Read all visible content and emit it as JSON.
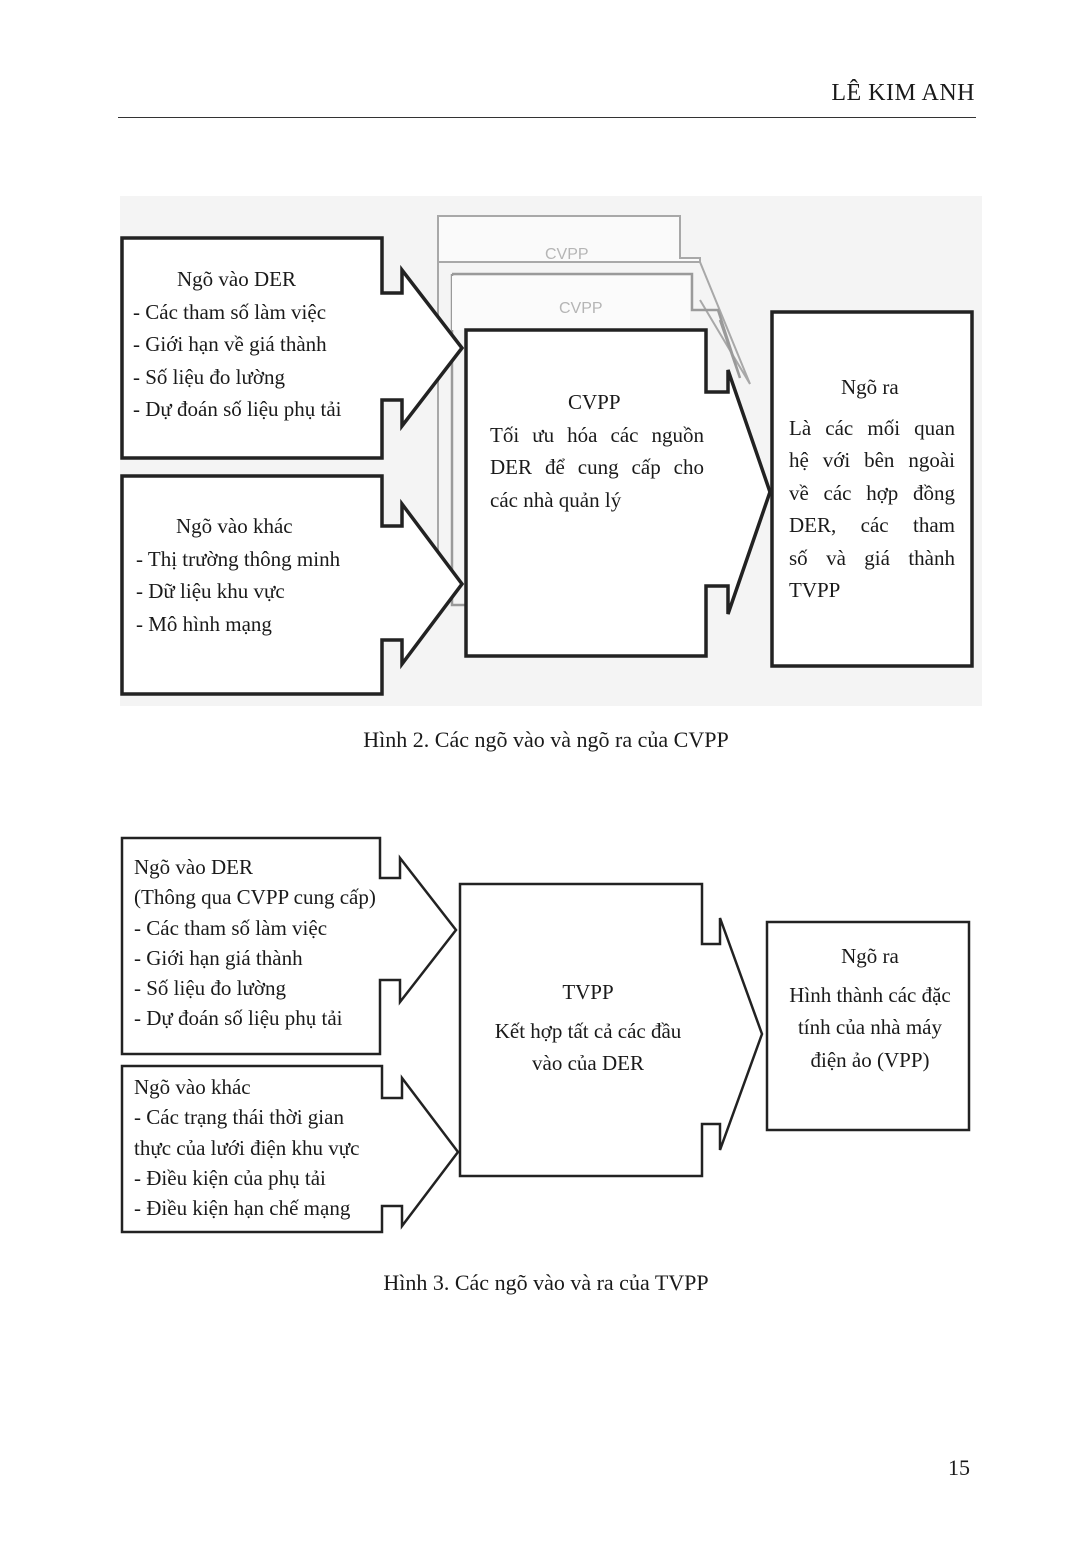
{
  "header": {
    "author": "LÊ KIM ANH"
  },
  "figure2": {
    "caption": "Hình 2. Các ngõ vào và ngõ ra của CVPP",
    "ghost_labels": [
      "CVPP",
      "CVPP"
    ],
    "input_der": {
      "title": "Ngõ vào DER",
      "lines": [
        "- Các tham số làm việc",
        "- Giới hạn về giá thành",
        "- Số liệu đo lường",
        "- Dự đoán số liệu phụ tải"
      ]
    },
    "input_other": {
      "title": "Ngõ vào khác",
      "lines": [
        "- Thị trường thông minh",
        "- Dữ liệu khu vực",
        "- Mô hình mạng"
      ]
    },
    "center": {
      "title": "CVPP",
      "lines": [
        "Tối ưu hóa các nguồn",
        "DER để cung cấp cho",
        "các nhà quản lý"
      ]
    },
    "output": {
      "title": "Ngõ ra",
      "lines": [
        "Là các mối quan",
        "hệ với bên ngoài",
        "về các hợp đồng",
        "DER, các tham",
        "số và giá thành",
        "TVPP"
      ]
    }
  },
  "figure3": {
    "caption": "Hình 3. Các ngõ vào và ra của TVPP",
    "input_der": {
      "title": "Ngõ vào DER",
      "lines": [
        "(Thông qua CVPP cung cấp)",
        "- Các tham số làm việc",
        "- Giới hạn giá thành",
        "- Số liệu đo lường",
        "- Dự đoán số liệu phụ tải"
      ]
    },
    "input_other": {
      "title": "Ngõ vào khác",
      "lines": [
        "- Các trạng thái thời gian",
        "thực của lưới điện khu vực",
        "- Điều kiện của phụ tải",
        "- Điều kiện hạn chế mạng"
      ]
    },
    "center": {
      "title": "TVPP",
      "lines": [
        "Kết hợp tất cả các đầu",
        "vào của DER"
      ]
    },
    "output": {
      "title": "Ngõ ra",
      "lines": [
        "Hình thành các đặc",
        "tính của nhà máy",
        "điện ảo (VPP)"
      ]
    }
  },
  "footer": {
    "page_number": "15"
  }
}
